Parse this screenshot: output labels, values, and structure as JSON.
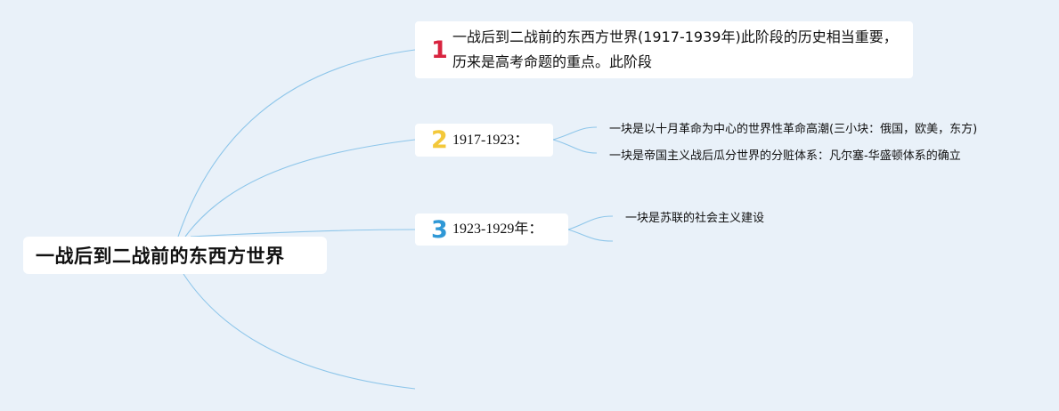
{
  "root": {
    "label": "一战后到二战前的东西方世界"
  },
  "topics": [
    {
      "number": "1",
      "color": "#d8243f",
      "text": "一战后到二战前的东西方世界(1917-1939年)此阶段的历史相当重要，历来是高考命题的重点。此阶段"
    },
    {
      "number": "2",
      "color": "#f3c83a",
      "text": "1917-1923："
    },
    {
      "number": "3",
      "color": "#2f98d6",
      "text": "1923-1929年："
    }
  ],
  "subtopics": [
    {
      "text": "一块是以十月革命为中心的世界性革命高潮(三小块：俄国，欧美，东方)"
    },
    {
      "text": "一块是帝国主义战后瓜分世界的分赃体系：凡尔塞-华盛顿体系的确立"
    },
    {
      "text": "一块是苏联的社会主义建设"
    }
  ],
  "colors": {
    "background": "#e9f1f9",
    "connector": "#8ec6ea"
  }
}
